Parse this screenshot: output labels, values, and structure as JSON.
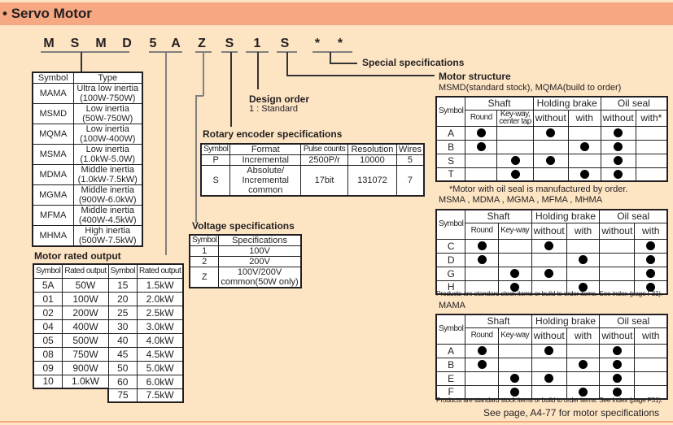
{
  "header": {
    "bullet": "•",
    "title": "Servo Motor"
  },
  "model_code": {
    "characters": [
      "M",
      "S",
      "M",
      "D",
      "5",
      "A",
      "Z",
      "S",
      "1",
      "S",
      "*",
      "*"
    ]
  },
  "type_table": {
    "headers": [
      "Symbol",
      "Type"
    ],
    "rows": [
      {
        "symbol": "MAMA",
        "type_line1": "Ultra low inertia",
        "type_line2": "(100W-750W)"
      },
      {
        "symbol": "MSMD",
        "type_line1": "Low inertia",
        "type_line2": "(50W-750W)"
      },
      {
        "symbol": "MQMA",
        "type_line1": "Low inertia",
        "type_line2": "(100W-400W)"
      },
      {
        "symbol": "MSMA",
        "type_line1": "Low inertia",
        "type_line2": "(1.0kW-5.0W)"
      },
      {
        "symbol": "MDMA",
        "type_line1": "Middle inertia",
        "type_line2": "(1.0kW-7.5kW)"
      },
      {
        "symbol": "MGMA",
        "type_line1": "Middle inertia",
        "type_line2": "(900W-6.0kW)"
      },
      {
        "symbol": "MFMA",
        "type_line1": "Middle inertia",
        "type_line2": "(400W-4.5kW)"
      },
      {
        "symbol": "MHMA",
        "type_line1": "High inertia",
        "type_line2": "(500W-7.5kW)"
      }
    ]
  },
  "rated_output": {
    "title": "Motor rated output",
    "headers": [
      "Symbol",
      "Rated output",
      "Symbol",
      "Rated output"
    ],
    "left": [
      {
        "symbol": "5A",
        "output": "50W"
      },
      {
        "symbol": "01",
        "output": "100W"
      },
      {
        "symbol": "02",
        "output": "200W"
      },
      {
        "symbol": "04",
        "output": "400W"
      },
      {
        "symbol": "05",
        "output": "500W"
      },
      {
        "symbol": "08",
        "output": "750W"
      },
      {
        "symbol": "09",
        "output": "900W"
      },
      {
        "symbol": "10",
        "output": "1.0kW"
      }
    ],
    "right": [
      {
        "symbol": "15",
        "output": "1.5kW"
      },
      {
        "symbol": "20",
        "output": "2.0kW"
      },
      {
        "symbol": "25",
        "output": "2.5kW"
      },
      {
        "symbol": "30",
        "output": "3.0kW"
      },
      {
        "symbol": "40",
        "output": "4.0kW"
      },
      {
        "symbol": "45",
        "output": "4.5kW"
      },
      {
        "symbol": "50",
        "output": "5.0kW"
      },
      {
        "symbol": "60",
        "output": "6.0kW"
      },
      {
        "symbol": "75",
        "output": "7.5kW"
      }
    ]
  },
  "design_order": {
    "title": "Design order",
    "value": "1 : Standard"
  },
  "encoder": {
    "title": "Rotary encoder specifications",
    "headers": [
      "Symbol",
      "Format",
      "Pulse counts",
      "Resolution",
      "Wires"
    ],
    "rows": [
      {
        "symbol": "P",
        "format": [
          "Incremental"
        ],
        "pulse": "2500P/r",
        "resolution": "10000",
        "wires": "5"
      },
      {
        "symbol": "S",
        "format": [
          "Absolute/",
          "Incremental",
          "common"
        ],
        "pulse": "17bit",
        "resolution": "131072",
        "wires": "7"
      }
    ]
  },
  "voltage": {
    "title": "Voltage specifications",
    "headers": [
      "Symbol",
      "Specifications"
    ],
    "rows": [
      {
        "symbol": "1",
        "spec": [
          "100V"
        ]
      },
      {
        "symbol": "2",
        "spec": [
          "200V"
        ]
      },
      {
        "symbol": "Z",
        "spec": [
          "100V/200V",
          "common(50W only)"
        ]
      }
    ]
  },
  "special": {
    "title": "Special specifications"
  },
  "motor_structure": {
    "title": "Motor structure",
    "group_headers": [
      "Shaft",
      "Holding brake",
      "Oil seal"
    ],
    "symbol_header": "Symbol",
    "tables": [
      {
        "caption": "MSMD(standard stock), MQMA(build to order)",
        "sub_headers": [
          "Round",
          "Key-way,|center tap",
          "without",
          "with",
          "without",
          "with*"
        ],
        "rows": [
          {
            "symbol": "A",
            "marks": [
              true,
              false,
              true,
              false,
              true,
              false
            ]
          },
          {
            "symbol": "B",
            "marks": [
              true,
              false,
              false,
              true,
              true,
              false
            ]
          },
          {
            "symbol": "S",
            "marks": [
              false,
              true,
              true,
              false,
              true,
              false
            ]
          },
          {
            "symbol": "T",
            "marks": [
              false,
              true,
              false,
              true,
              true,
              false
            ]
          }
        ],
        "footnote": "*Motor with oil seal is manufactured by order."
      },
      {
        "caption": "MSMA , MDMA , MGMA , MFMA , MHMA",
        "sub_headers": [
          "Round",
          "Key-way",
          "without",
          "with",
          "without",
          "with"
        ],
        "rows": [
          {
            "symbol": "C",
            "marks": [
              true,
              false,
              true,
              false,
              false,
              true
            ]
          },
          {
            "symbol": "D",
            "marks": [
              true,
              false,
              false,
              true,
              false,
              true
            ]
          },
          {
            "symbol": "G",
            "marks": [
              false,
              true,
              true,
              false,
              false,
              true
            ]
          },
          {
            "symbol": "H",
            "marks": [
              false,
              true,
              false,
              true,
              false,
              true
            ]
          }
        ],
        "footnote": "Products are standard stock items or build to order items. See index (page F31)."
      },
      {
        "caption": "MAMA",
        "sub_headers": [
          "Round",
          "Key-way",
          "without",
          "with",
          "without",
          "with"
        ],
        "rows": [
          {
            "symbol": "A",
            "marks": [
              true,
              false,
              true,
              false,
              true,
              false
            ]
          },
          {
            "symbol": "B",
            "marks": [
              true,
              false,
              false,
              true,
              true,
              false
            ]
          },
          {
            "symbol": "E",
            "marks": [
              false,
              true,
              true,
              false,
              true,
              false
            ]
          },
          {
            "symbol": "F",
            "marks": [
              false,
              true,
              false,
              true,
              true,
              false
            ]
          }
        ],
        "footnote": "Products are standard stock items or build to order items. See index (page F31)."
      }
    ]
  },
  "footer": {
    "reference": "See page, A4-77 for motor specifications"
  }
}
